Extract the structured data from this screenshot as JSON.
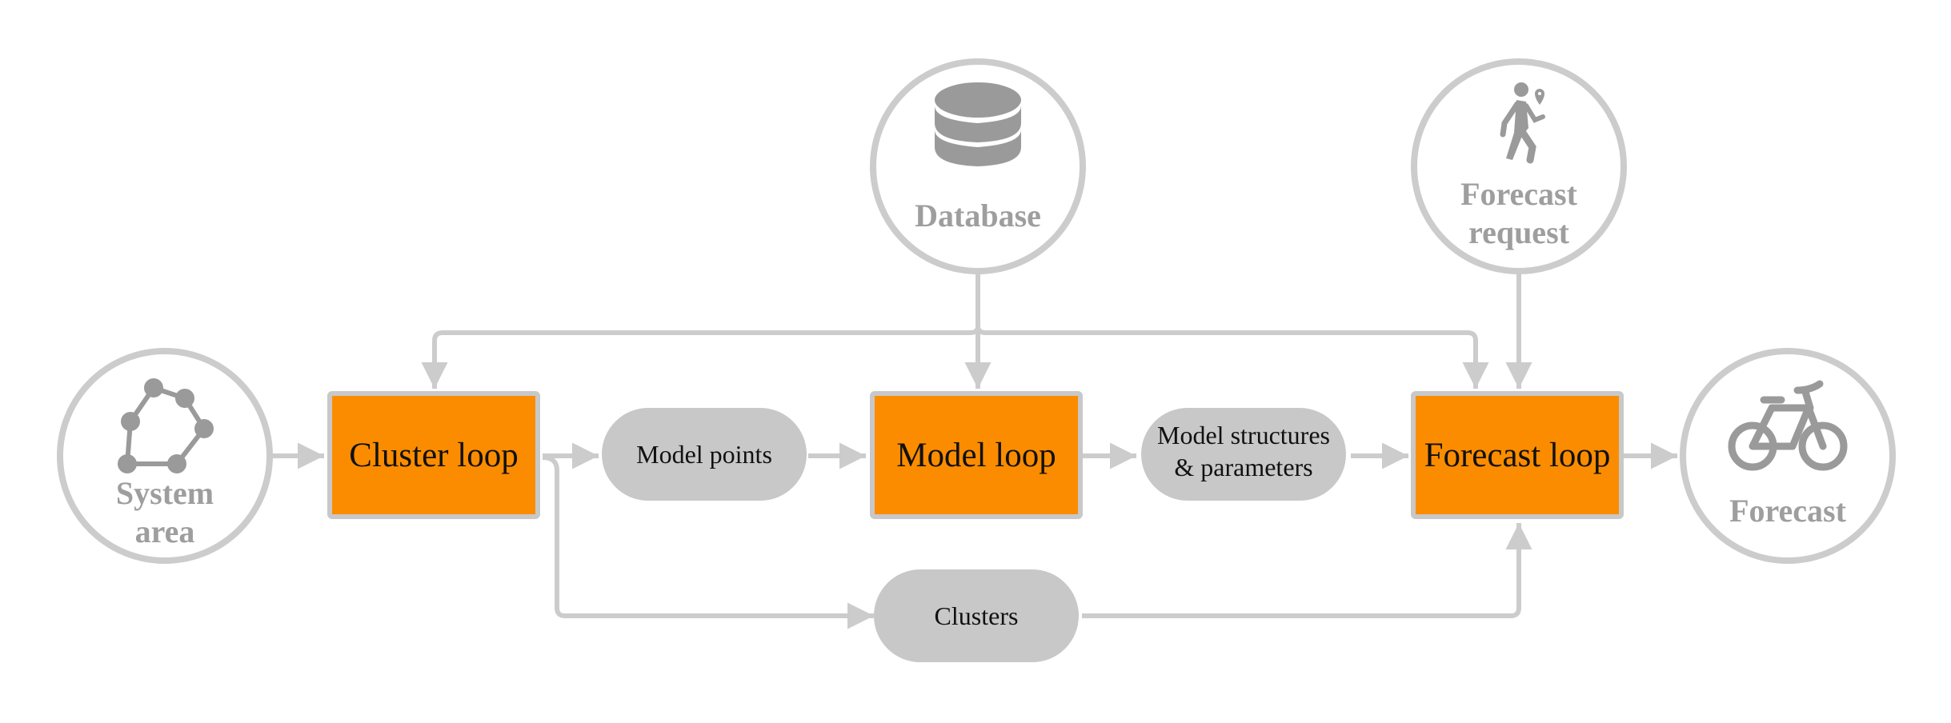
{
  "colors": {
    "loop_fill": "#fb8c00",
    "loop_border": "#c8c8c8",
    "node_stroke": "#cccccc",
    "pill_fill": "#c8c8c8",
    "icon_color": "#9a9a9a",
    "label_gray": "#9e9e9e",
    "text_dark": "#111111"
  },
  "nodes": {
    "system_area": {
      "line1": "System",
      "line2": "area",
      "icon": "polygon-nodes-icon"
    },
    "database": {
      "label": "Database",
      "icon": "database-icon"
    },
    "forecast_request": {
      "line1": "Forecast",
      "line2": "request",
      "icon": "pedestrian-location-icon"
    },
    "forecast": {
      "label": "Forecast",
      "icon": "bicycle-icon"
    },
    "cluster_loop": {
      "label": "Cluster loop"
    },
    "model_loop": {
      "label": "Model loop"
    },
    "forecast_loop": {
      "label": "Forecast loop"
    },
    "model_points": {
      "label": "Model points"
    },
    "model_structures": {
      "line1": "Model structures",
      "line2": "& parameters"
    },
    "clusters": {
      "label": "Clusters"
    }
  }
}
